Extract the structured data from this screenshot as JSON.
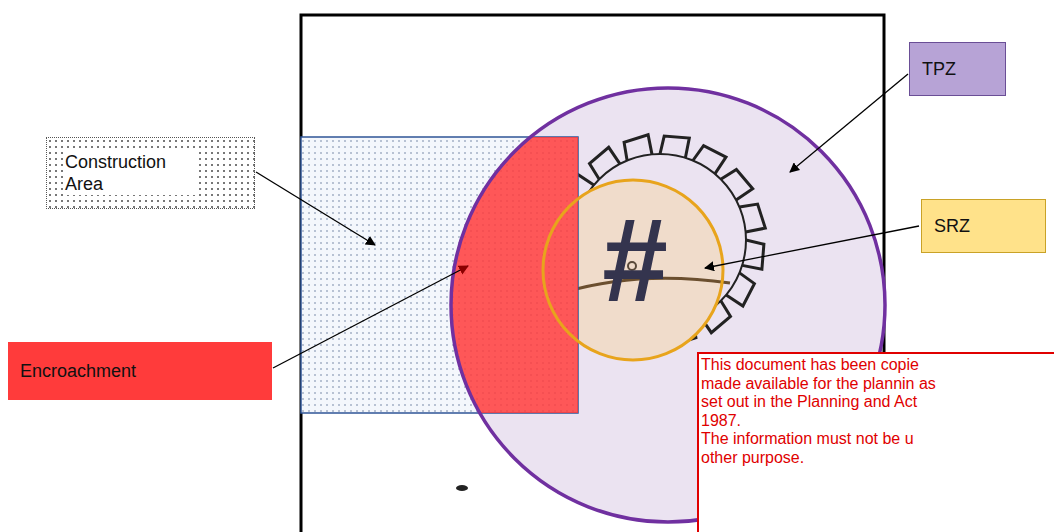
{
  "diagram": {
    "nodes": [
      {
        "text": [
          "TPZ"
        ]
      },
      {
        "text": [
          "Construction Area"
        ]
      },
      {
        "text": [
          "SRZ"
        ]
      },
      {
        "text": [
          "Encroachment"
        ]
      }
    ],
    "labels": [
      "#",
      "This document has been copie made available for the plannin as set out in the Planning and Act 1987.",
      "The information must not be u other purpose."
    ]
  }
}
